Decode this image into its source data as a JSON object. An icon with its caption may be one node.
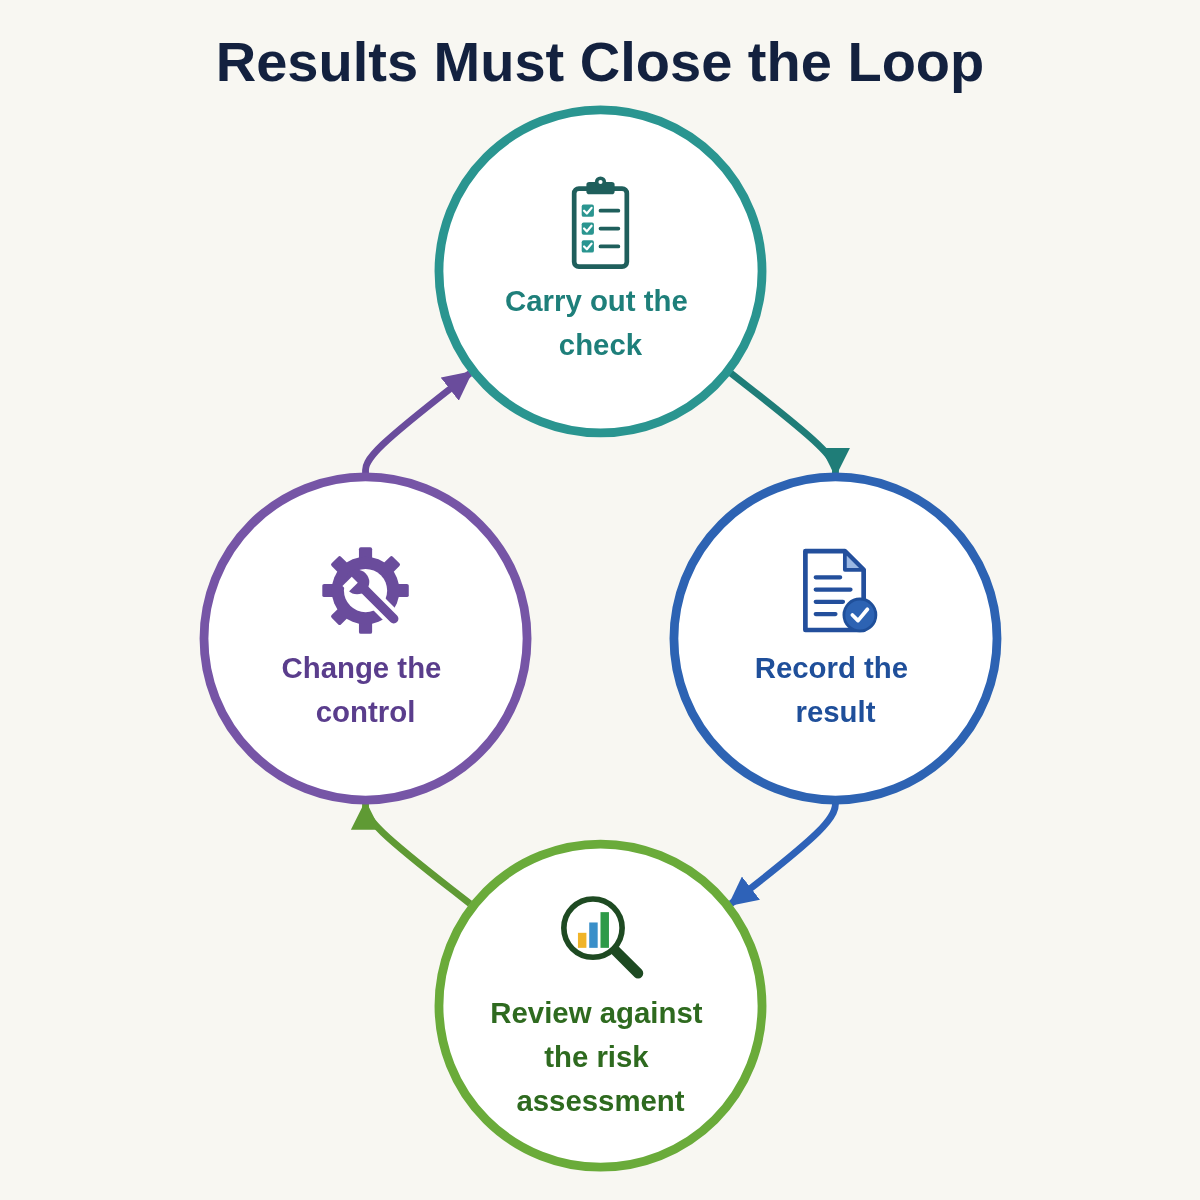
{
  "diagram": {
    "title": "Results Must Close the Loop",
    "nodes": [
      {
        "text": [
          "Carry out the check"
        ]
      },
      {
        "text": [
          "Record the result"
        ]
      },
      {
        "text": [
          "Review against the risk assessment"
        ]
      },
      {
        "text": [
          "Change the control"
        ]
      }
    ],
    "edges": [
      {
        "from": 0,
        "to": 1,
        "arrow": "to",
        "color": "#1f7d78"
      },
      {
        "from": 1,
        "to": 2,
        "arrow": "to",
        "color": "#2e62b8"
      },
      {
        "from": 2,
        "to": 3,
        "arrow": "to",
        "color": "#5f9a34"
      },
      {
        "from": 3,
        "to": 0,
        "arrow": "to",
        "color": "#6a4c9c"
      }
    ]
  }
}
